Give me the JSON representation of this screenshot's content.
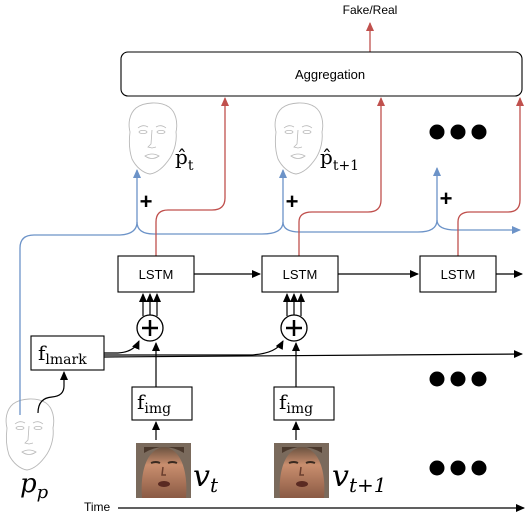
{
  "colors": {
    "red": "#c0504d",
    "blue": "#6c93c8",
    "black": "#000000",
    "face_stroke": "#b9b9b9"
  },
  "output_label": "Fake/Real",
  "aggregation_label": "Aggregation",
  "lstm_label": "LSTM",
  "plus_symbol": "+",
  "landmark_fn": {
    "base": "f",
    "sub": "lmark"
  },
  "image_fn": {
    "base": "f",
    "sub": "img"
  },
  "pred_landmarks": [
    {
      "base": "p̂",
      "sub": "t"
    },
    {
      "base": "p̂",
      "sub": "t+1"
    }
  ],
  "input_landmark": {
    "base": "p",
    "sub": "p"
  },
  "frames": [
    {
      "base": "v",
      "sub": "t"
    },
    {
      "base": "v",
      "sub": "t+1"
    }
  ],
  "time_label": "Time",
  "icons": [
    "face-landmark-icon",
    "face-photo-icon",
    "ellipsis-dots-icon",
    "oplus-icon"
  ]
}
